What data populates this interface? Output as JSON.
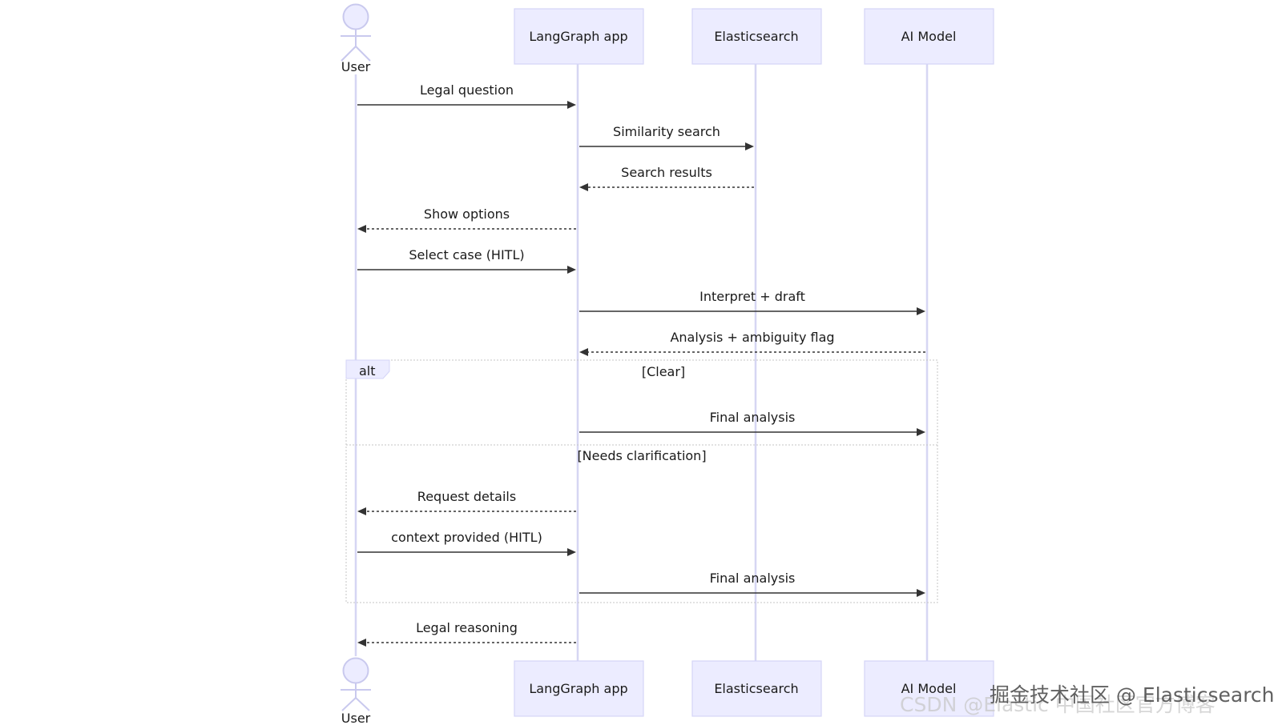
{
  "participants": [
    {
      "id": "user",
      "label": "User",
      "kind": "actor"
    },
    {
      "id": "app",
      "label": "LangGraph app",
      "kind": "box"
    },
    {
      "id": "es",
      "label": "Elasticsearch",
      "kind": "box"
    },
    {
      "id": "ai",
      "label": "AI Model",
      "kind": "box"
    }
  ],
  "messages": [
    {
      "from": "user",
      "to": "app",
      "label": "Legal question",
      "style": "solid"
    },
    {
      "from": "app",
      "to": "es",
      "label": "Similarity search",
      "style": "solid"
    },
    {
      "from": "es",
      "to": "app",
      "label": "Search results",
      "style": "dotted"
    },
    {
      "from": "app",
      "to": "user",
      "label": "Show options",
      "style": "dotted"
    },
    {
      "from": "user",
      "to": "app",
      "label": "Select case (HITL)",
      "style": "solid"
    },
    {
      "from": "app",
      "to": "ai",
      "label": "Interpret + draft",
      "style": "solid"
    },
    {
      "from": "ai",
      "to": "app",
      "label": "Analysis + ambiguity flag",
      "style": "dotted"
    },
    {
      "from": "app",
      "to": "ai",
      "label": "Final analysis",
      "style": "solid"
    },
    {
      "from": "app",
      "to": "user",
      "label": "Request details",
      "style": "dotted"
    },
    {
      "from": "user",
      "to": "app",
      "label": "context provided (HITL)",
      "style": "solid"
    },
    {
      "from": "app",
      "to": "ai",
      "label": "Final analysis",
      "style": "solid"
    },
    {
      "from": "app",
      "to": "user",
      "label": "Legal reasoning",
      "style": "dotted"
    }
  ],
  "alt_block": {
    "keyword": "alt",
    "branches": [
      {
        "condition": "[Clear]"
      },
      {
        "condition": "[Needs clarification]"
      }
    ]
  },
  "watermark": {
    "line1": "CSDN @Elastic 中国社区官方博客",
    "line2": "掘金技术社区 @ Elasticsearch"
  }
}
